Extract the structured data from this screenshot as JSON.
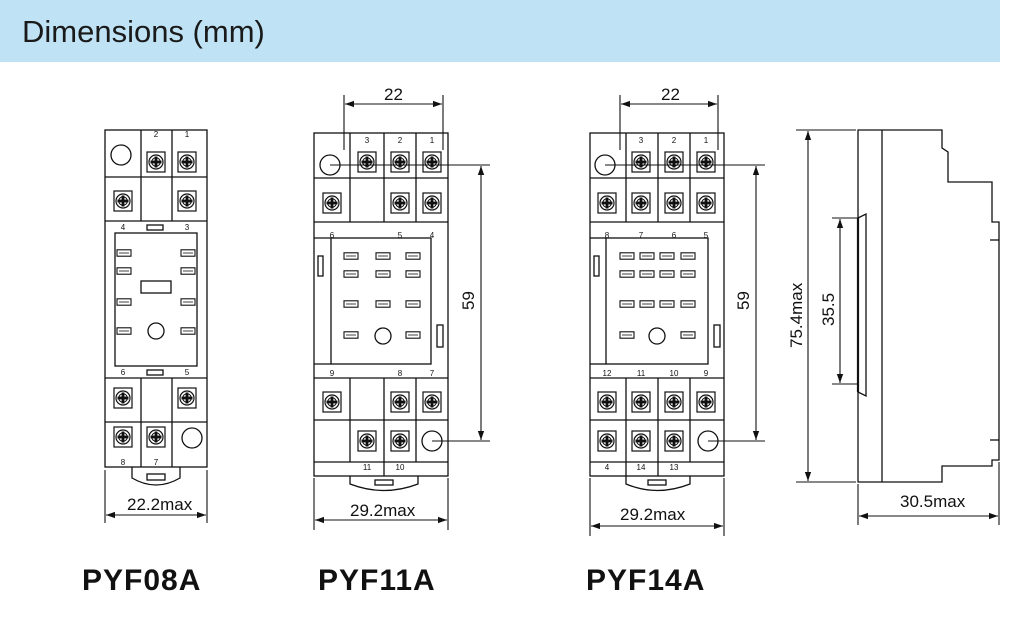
{
  "header": {
    "title": "Dimensions (mm)"
  },
  "models": {
    "pyf08a": {
      "name": "PYF08A",
      "width_label": "22.2max",
      "terminals": [
        "2",
        "1",
        "4",
        "3",
        "6",
        "5",
        "8",
        "7"
      ]
    },
    "pyf11a": {
      "name": "PYF11A",
      "top_pitch": "22",
      "mount_pitch": "59",
      "width_label": "29.2max",
      "terminals": [
        "3",
        "2",
        "1",
        "6",
        "5",
        "4",
        "9",
        "8",
        "7",
        "11",
        "10"
      ]
    },
    "pyf14a": {
      "name": "PYF14A",
      "top_pitch": "22",
      "mount_pitch": "59",
      "width_label": "29.2max",
      "terminals": [
        "3",
        "2",
        "1",
        "8",
        "7",
        "6",
        "5",
        "12",
        "11",
        "10",
        "9",
        "4",
        "14",
        "13"
      ]
    },
    "side_view": {
      "height_label": "75.4max",
      "rail_label": "35.5",
      "depth_label": "30.5max"
    }
  }
}
